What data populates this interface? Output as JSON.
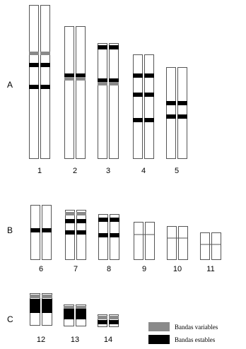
{
  "groups": [
    {
      "label": "A",
      "chromosomes": [
        {
          "number": "1",
          "bands": [
            {
              "type": "variable"
            },
            {
              "type": "stable"
            },
            {
              "type": "stable"
            }
          ]
        },
        {
          "number": "2",
          "bands": [
            {
              "type": "stable"
            },
            {
              "type": "variable"
            }
          ]
        },
        {
          "number": "3",
          "bands": [
            {
              "type": "stable"
            },
            {
              "type": "stable"
            },
            {
              "type": "variable"
            }
          ]
        },
        {
          "number": "4",
          "bands": [
            {
              "type": "stable"
            },
            {
              "type": "stable"
            },
            {
              "type": "stable"
            }
          ]
        },
        {
          "number": "5",
          "bands": [
            {
              "type": "stable"
            },
            {
              "type": "stable"
            }
          ]
        }
      ]
    },
    {
      "label": "B",
      "chromosomes": [
        {
          "number": "6",
          "bands": [
            {
              "type": "stable"
            }
          ]
        },
        {
          "number": "7",
          "bands": [
            {
              "type": "variable"
            },
            {
              "type": "stable"
            },
            {
              "type": "stable"
            }
          ]
        },
        {
          "number": "8",
          "bands": [
            {
              "type": "stable"
            },
            {
              "type": "stable"
            }
          ]
        },
        {
          "number": "9",
          "bands": []
        },
        {
          "number": "10",
          "bands": []
        },
        {
          "number": "11",
          "bands": []
        }
      ]
    },
    {
      "label": "C",
      "chromosomes": [
        {
          "number": "12",
          "bands": [
            {
              "type": "variable"
            },
            {
              "type": "stable"
            }
          ]
        },
        {
          "number": "13",
          "bands": [
            {
              "type": "variable"
            },
            {
              "type": "stable"
            }
          ]
        },
        {
          "number": "14",
          "bands": [
            {
              "type": "variable"
            },
            {
              "type": "stable"
            }
          ]
        }
      ]
    }
  ],
  "legend": {
    "variable_label": "Bandas variables",
    "stable_label": "Bandas estables"
  },
  "colors": {
    "outline": "#555555",
    "stable": "#000000",
    "variable": "#8a8a8a",
    "fill": "#ffffff"
  }
}
